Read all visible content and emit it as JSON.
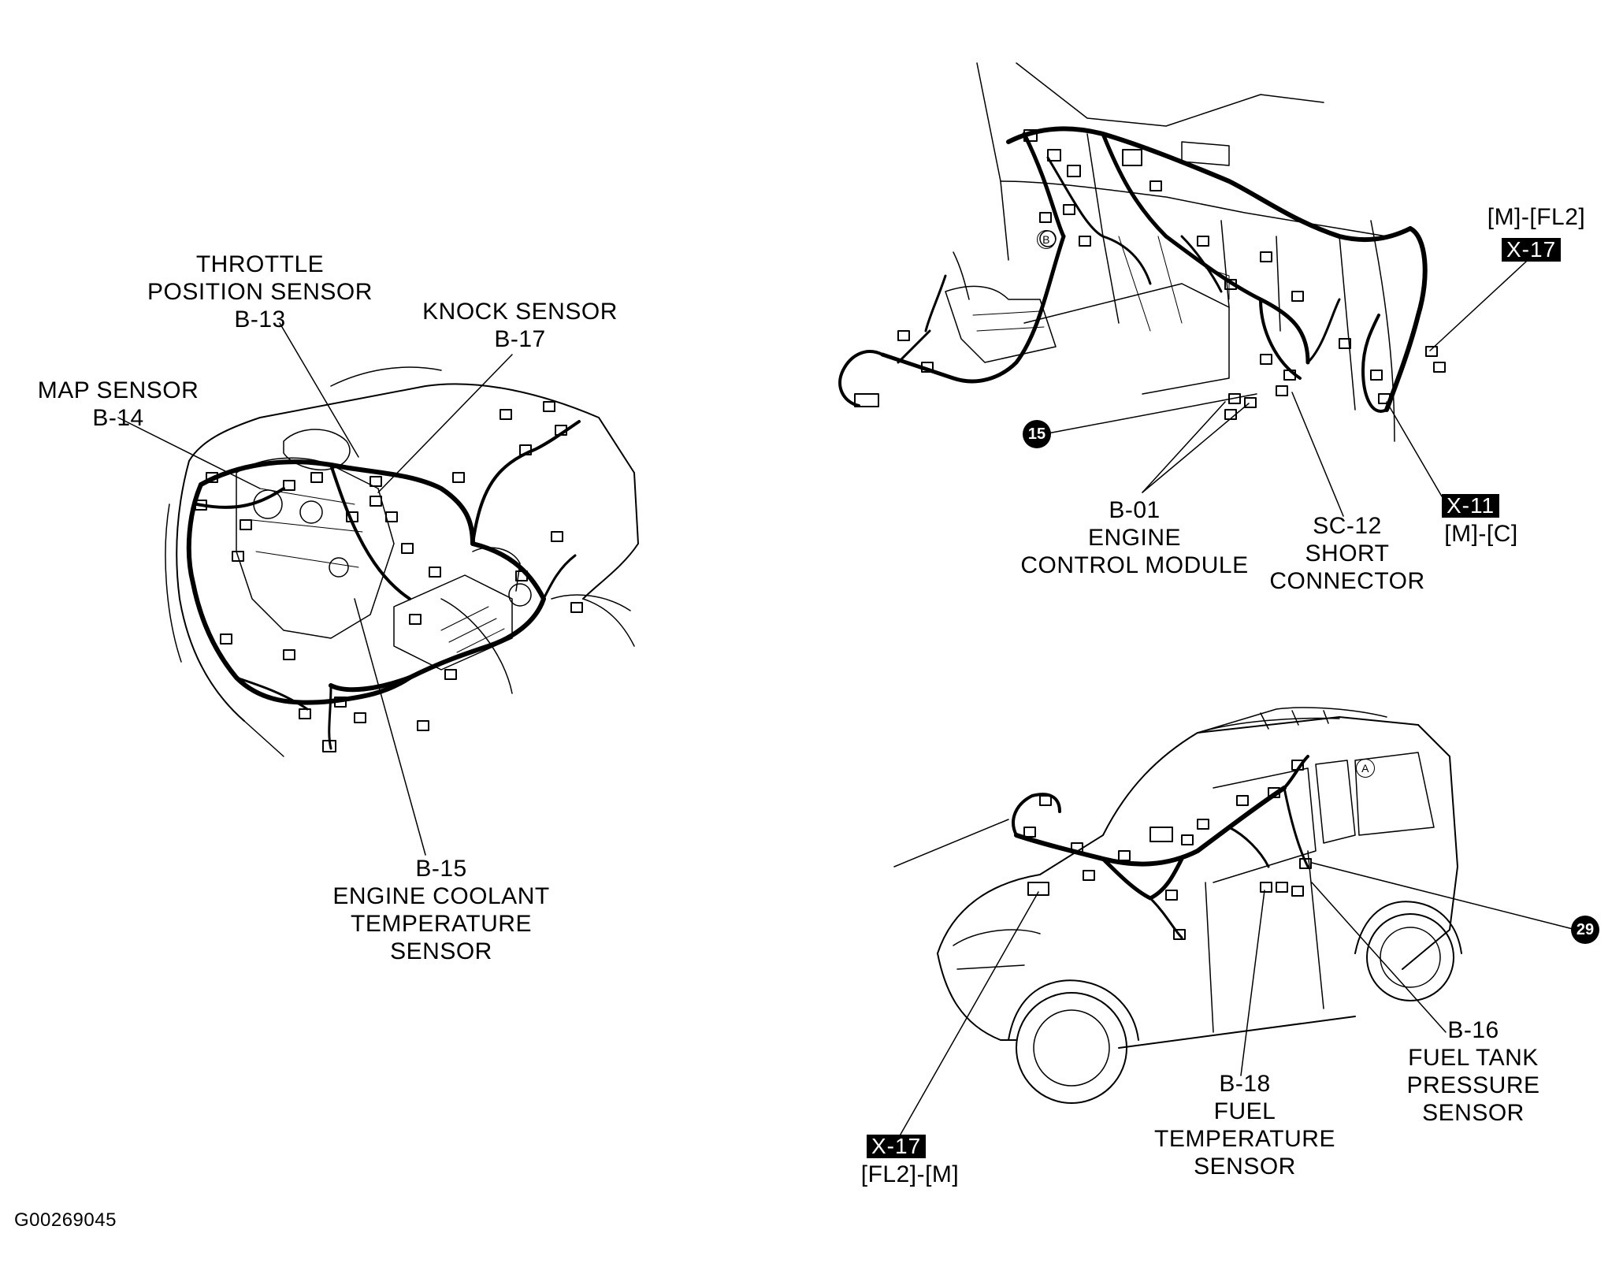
{
  "diagram_id": "G00269045",
  "engine_bay": {
    "throttle_sensor": [
      "THROTTLE",
      "POSITION SENSOR",
      "B-13"
    ],
    "knock_sensor": [
      "KNOCK SENSOR",
      "B-17"
    ],
    "map_sensor": [
      "MAP SENSOR",
      "B-14"
    ],
    "coolant_sensor": [
      "B-15",
      "ENGINE COOLANT",
      "TEMPERATURE",
      "SENSOR"
    ]
  },
  "interior": {
    "x17_connector": {
      "route": "[M]-[FL2]",
      "tag": "X-17"
    },
    "x11_connector": {
      "tag": "X-11",
      "route": "[M]-[C]"
    },
    "ground_bullet": "15",
    "ecm": [
      "B-01",
      "ENGINE",
      "CONTROL MODULE"
    ],
    "short_connector": [
      "SC-12",
      "SHORT",
      "CONNECTOR"
    ]
  },
  "vehicle": {
    "x17_connector": {
      "tag": "X-17",
      "route": "[FL2]-[M]"
    },
    "ground_bullet": "29",
    "fuel_temp_sensor": [
      "B-18",
      "FUEL",
      "TEMPERATURE",
      "SENSOR"
    ],
    "fuel_tank_sensor": [
      "B-16",
      "FUEL TANK",
      "PRESSURE",
      "SENSOR"
    ],
    "point_a": "A",
    "point_b": "B"
  }
}
